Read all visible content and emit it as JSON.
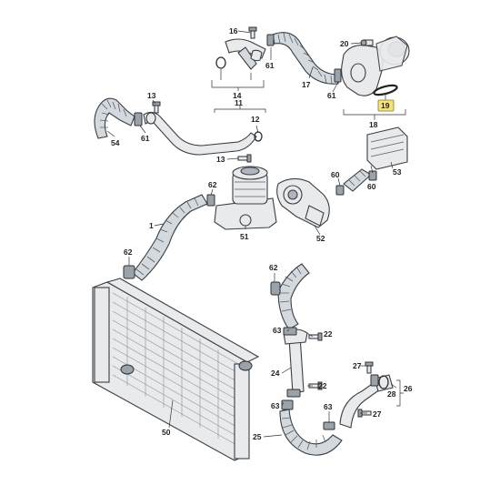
{
  "diagram": {
    "highlight_color": "#f6e27a",
    "parts": {
      "p1": "1",
      "p11": "11",
      "p12": "12",
      "p13a": "13",
      "p13b": "13",
      "p14": "14",
      "p16": "16",
      "p17": "17",
      "p18": "18",
      "p19": "19",
      "p20": "20",
      "p22a": "22",
      "p22b": "22",
      "p24": "24",
      "p25": "25",
      "p26": "26",
      "p27a": "27",
      "p27b": "27",
      "p28": "28",
      "p50": "50",
      "p51": "51",
      "p52": "52",
      "p53": "53",
      "p54": "54",
      "p60a": "60",
      "p60b": "60",
      "p61a": "61",
      "p61b": "61",
      "p61c": "61",
      "p62a": "62",
      "p62b": "62",
      "p62c": "62",
      "p63a": "63",
      "p63b": "63",
      "p63c": "63"
    }
  }
}
